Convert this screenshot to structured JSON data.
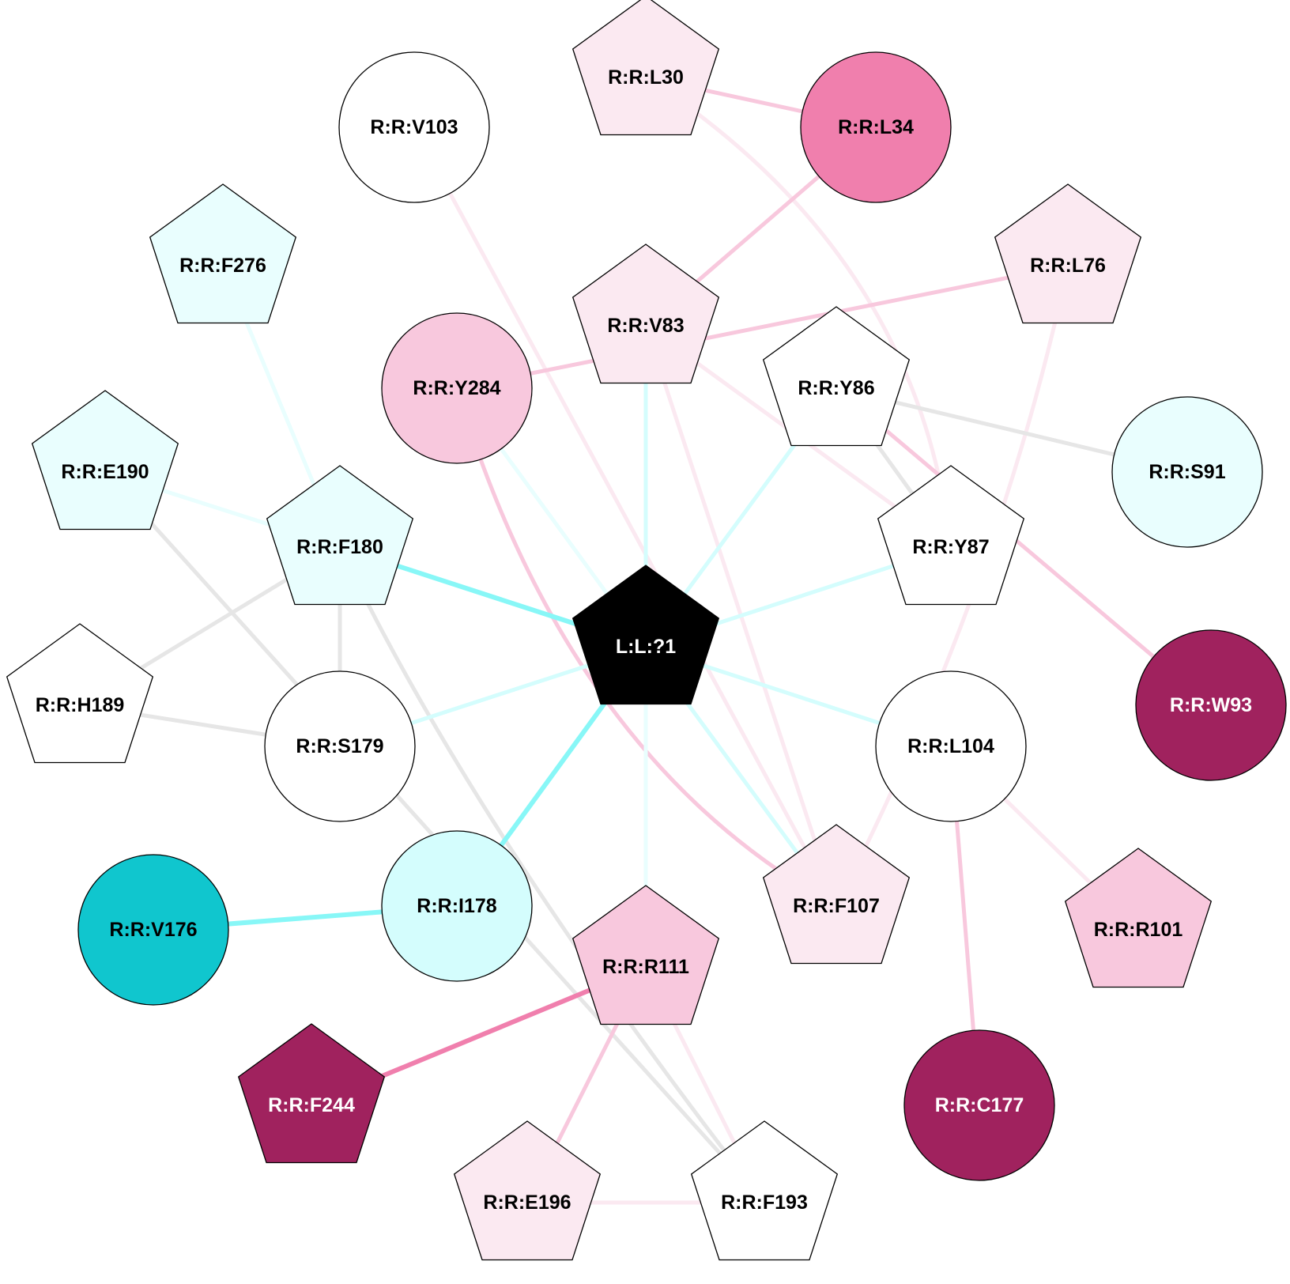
{
  "diagram": {
    "nodes": [
      {
        "id": "center",
        "label": "L:L:?1",
        "shape": "pentagon",
        "fill": "#000000",
        "text": "#ffffff"
      },
      {
        "id": "L30",
        "label": "R:R:L30",
        "shape": "pentagon",
        "fill": "#fbe9f1",
        "text": "#000000"
      },
      {
        "id": "L34",
        "label": "R:R:L34",
        "shape": "circle",
        "fill": "#f07fad",
        "text": "#000000"
      },
      {
        "id": "V103",
        "label": "R:R:V103",
        "shape": "circle",
        "fill": "#ffffff",
        "text": "#000000"
      },
      {
        "id": "F276",
        "label": "R:R:F276",
        "shape": "pentagon",
        "fill": "#e9fefe",
        "text": "#000000"
      },
      {
        "id": "V83",
        "label": "R:R:V83",
        "shape": "pentagon",
        "fill": "#fbe9f1",
        "text": "#000000"
      },
      {
        "id": "L76",
        "label": "R:R:L76",
        "shape": "pentagon",
        "fill": "#fbe9f1",
        "text": "#000000"
      },
      {
        "id": "Y284",
        "label": "R:R:Y284",
        "shape": "circle",
        "fill": "#f8c8dd",
        "text": "#000000"
      },
      {
        "id": "Y86",
        "label": "R:R:Y86",
        "shape": "pentagon",
        "fill": "#ffffff",
        "text": "#000000"
      },
      {
        "id": "S91",
        "label": "R:R:S91",
        "shape": "circle",
        "fill": "#e9fefe",
        "text": "#000000"
      },
      {
        "id": "E190",
        "label": "R:R:E190",
        "shape": "pentagon",
        "fill": "#e9fefe",
        "text": "#000000"
      },
      {
        "id": "F180",
        "label": "R:R:F180",
        "shape": "pentagon",
        "fill": "#e9fefe",
        "text": "#000000"
      },
      {
        "id": "Y87",
        "label": "R:R:Y87",
        "shape": "pentagon",
        "fill": "#ffffff",
        "text": "#000000"
      },
      {
        "id": "H189",
        "label": "R:R:H189",
        "shape": "pentagon",
        "fill": "#ffffff",
        "text": "#000000"
      },
      {
        "id": "S179",
        "label": "R:R:S179",
        "shape": "circle",
        "fill": "#ffffff",
        "text": "#000000"
      },
      {
        "id": "L104",
        "label": "R:R:L104",
        "shape": "circle",
        "fill": "#ffffff",
        "text": "#000000"
      },
      {
        "id": "W93",
        "label": "R:R:W93",
        "shape": "circle",
        "fill": "#a0225e",
        "text": "#ffffff"
      },
      {
        "id": "V176",
        "label": "R:R:V176",
        "shape": "circle",
        "fill": "#10c6ce",
        "text": "#000000"
      },
      {
        "id": "I178",
        "label": "R:R:I178",
        "shape": "circle",
        "fill": "#d4fdfd",
        "text": "#000000"
      },
      {
        "id": "F107",
        "label": "R:R:F107",
        "shape": "pentagon",
        "fill": "#fbe9f1",
        "text": "#000000"
      },
      {
        "id": "R101",
        "label": "R:R:R101",
        "shape": "pentagon",
        "fill": "#f8c8dd",
        "text": "#000000"
      },
      {
        "id": "R111",
        "label": "R:R:R111",
        "shape": "pentagon",
        "fill": "#f8c8dd",
        "text": "#000000"
      },
      {
        "id": "F244",
        "label": "R:R:F244",
        "shape": "pentagon",
        "fill": "#a0225e",
        "text": "#ffffff"
      },
      {
        "id": "C177",
        "label": "R:R:C177",
        "shape": "circle",
        "fill": "#a0225e",
        "text": "#ffffff"
      },
      {
        "id": "E196",
        "label": "R:R:E196",
        "shape": "pentagon",
        "fill": "#fbe9f1",
        "text": "#000000"
      },
      {
        "id": "F193",
        "label": "R:R:F193",
        "shape": "pentagon",
        "fill": "#ffffff",
        "text": "#000000"
      }
    ],
    "edges": [
      {
        "from": "L30",
        "to": "L34",
        "color": "#f8c8dd",
        "weight": "medium"
      },
      {
        "from": "L30",
        "to": "Y87",
        "color": "#fbe9f1",
        "weight": "medium"
      },
      {
        "from": "L34",
        "to": "V83",
        "color": "#f8c8dd",
        "weight": "medium"
      },
      {
        "from": "V103",
        "to": "F107",
        "color": "#fbe9f1",
        "weight": "medium"
      },
      {
        "from": "F276",
        "to": "F180",
        "color": "#e9fefe",
        "weight": "medium"
      },
      {
        "from": "L76",
        "to": "Y284",
        "color": "#f8c8dd",
        "weight": "medium"
      },
      {
        "from": "L76",
        "to": "F107",
        "color": "#fbe9f1",
        "weight": "medium"
      },
      {
        "from": "V83",
        "to": "center",
        "color": "#d4fdfd",
        "weight": "medium"
      },
      {
        "from": "V83",
        "to": "F107",
        "color": "#fbe9f1",
        "weight": "medium"
      },
      {
        "from": "V83",
        "to": "Y87",
        "color": "#fbe9f1",
        "weight": "medium"
      },
      {
        "from": "Y284",
        "to": "center",
        "color": "#e9fefe",
        "weight": "medium"
      },
      {
        "from": "Y284",
        "to": "F107",
        "color": "#f8c8dd",
        "weight": "medium"
      },
      {
        "from": "Y86",
        "to": "center",
        "color": "#d4fdfd",
        "weight": "medium"
      },
      {
        "from": "Y86",
        "to": "S91",
        "color": "#e6e6e6",
        "weight": "medium"
      },
      {
        "from": "Y86",
        "to": "Y87",
        "color": "#e6e6e6",
        "weight": "medium"
      },
      {
        "from": "Y86",
        "to": "W93",
        "color": "#f8c8dd",
        "weight": "medium"
      },
      {
        "from": "E190",
        "to": "F180",
        "color": "#e9fefe",
        "weight": "medium"
      },
      {
        "from": "E190",
        "to": "F193",
        "color": "#e6e6e6",
        "weight": "medium"
      },
      {
        "from": "F180",
        "to": "center",
        "color": "#88f7f7",
        "weight": "thick"
      },
      {
        "from": "F180",
        "to": "H189",
        "color": "#e6e6e6",
        "weight": "medium"
      },
      {
        "from": "F180",
        "to": "S179",
        "color": "#e6e6e6",
        "weight": "medium"
      },
      {
        "from": "F180",
        "to": "F193",
        "color": "#e6e6e6",
        "weight": "medium"
      },
      {
        "from": "Y87",
        "to": "center",
        "color": "#d4fdfd",
        "weight": "medium"
      },
      {
        "from": "H189",
        "to": "S179",
        "color": "#e6e6e6",
        "weight": "medium"
      },
      {
        "from": "S179",
        "to": "center",
        "color": "#d4fdfd",
        "weight": "medium"
      },
      {
        "from": "L104",
        "to": "center",
        "color": "#d4fdfd",
        "weight": "medium"
      },
      {
        "from": "L104",
        "to": "R101",
        "color": "#fbe9f1",
        "weight": "medium"
      },
      {
        "from": "L104",
        "to": "C177",
        "color": "#f8c8dd",
        "weight": "medium"
      },
      {
        "from": "I178",
        "to": "center",
        "color": "#88f7f7",
        "weight": "thick"
      },
      {
        "from": "V176",
        "to": "I178",
        "color": "#88f7f7",
        "weight": "thick"
      },
      {
        "from": "F107",
        "to": "center",
        "color": "#d4fdfd",
        "weight": "medium"
      },
      {
        "from": "R111",
        "to": "center",
        "color": "#e9fefe",
        "weight": "medium"
      },
      {
        "from": "R111",
        "to": "F244",
        "color": "#f07fad",
        "weight": "thick"
      },
      {
        "from": "R111",
        "to": "E196",
        "color": "#f8c8dd",
        "weight": "medium"
      },
      {
        "from": "R111",
        "to": "F193",
        "color": "#fbe9f1",
        "weight": "medium"
      },
      {
        "from": "E196",
        "to": "F193",
        "color": "#fbe9f1",
        "weight": "medium"
      }
    ]
  }
}
